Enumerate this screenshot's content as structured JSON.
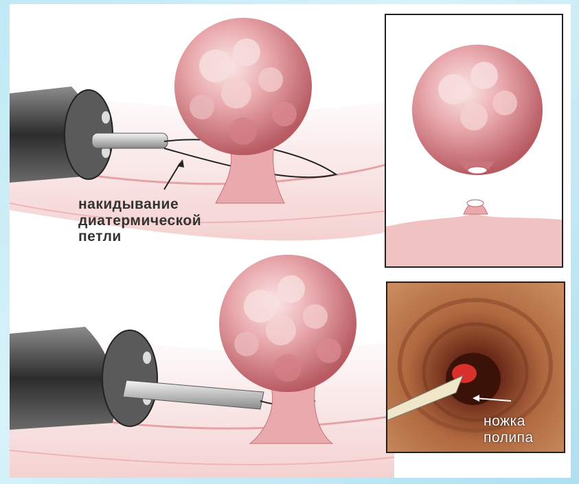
{
  "labels": {
    "loop_line1": "накидывание",
    "loop_line2": "диатермической",
    "loop_line3": "петли",
    "stalk_line1": "ножка",
    "stalk_line2": "полипа"
  },
  "colors": {
    "background": "#bfe9f5",
    "tissue": "#f2c4c4",
    "polyp": "#d9848a",
    "polyp_highlight": "#f6dcdc",
    "endoscope": "#3a3a3a",
    "inset_bg": "#9a5a3a"
  }
}
